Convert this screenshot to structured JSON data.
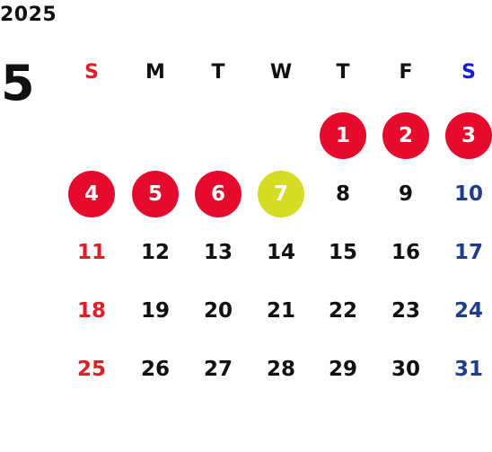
{
  "calendar": {
    "year": "2025",
    "month": "5",
    "colors": {
      "text": "#111111",
      "sunday": "#dd1f26",
      "saturday_heading": "#1a1ad6",
      "saturday": "#1f3c8f",
      "holiday_bg": "#e60b2c",
      "holiday_text": "#ffffff",
      "highlight_bg": "#d6dc24",
      "highlight_text": "#ffffff"
    },
    "weekdays": [
      {
        "label": "S",
        "type": "sun"
      },
      {
        "label": "M",
        "type": "weekday"
      },
      {
        "label": "T",
        "type": "weekday"
      },
      {
        "label": "W",
        "type": "weekday"
      },
      {
        "label": "T",
        "type": "weekday"
      },
      {
        "label": "F",
        "type": "weekday"
      },
      {
        "label": "S",
        "type": "sat"
      }
    ],
    "first_weekday": 4,
    "days": [
      {
        "label": "1",
        "style": "holiday"
      },
      {
        "label": "2",
        "style": "holiday"
      },
      {
        "label": "3",
        "style": "holiday"
      },
      {
        "label": "4",
        "style": "holiday"
      },
      {
        "label": "5",
        "style": "holiday"
      },
      {
        "label": "6",
        "style": "holiday"
      },
      {
        "label": "7",
        "style": "highlight"
      },
      {
        "label": "8",
        "style": "weekday"
      },
      {
        "label": "9",
        "style": "weekday"
      },
      {
        "label": "10",
        "style": "sat"
      },
      {
        "label": "11",
        "style": "sun"
      },
      {
        "label": "12",
        "style": "weekday"
      },
      {
        "label": "13",
        "style": "weekday"
      },
      {
        "label": "14",
        "style": "weekday"
      },
      {
        "label": "15",
        "style": "weekday"
      },
      {
        "label": "16",
        "style": "weekday"
      },
      {
        "label": "17",
        "style": "sat"
      },
      {
        "label": "18",
        "style": "sun"
      },
      {
        "label": "19",
        "style": "weekday"
      },
      {
        "label": "20",
        "style": "weekday"
      },
      {
        "label": "21",
        "style": "weekday"
      },
      {
        "label": "22",
        "style": "weekday"
      },
      {
        "label": "23",
        "style": "weekday"
      },
      {
        "label": "24",
        "style": "sat"
      },
      {
        "label": "25",
        "style": "sun"
      },
      {
        "label": "26",
        "style": "weekday"
      },
      {
        "label": "27",
        "style": "weekday"
      },
      {
        "label": "28",
        "style": "weekday"
      },
      {
        "label": "29",
        "style": "weekday"
      },
      {
        "label": "30",
        "style": "weekday"
      },
      {
        "label": "31",
        "style": "sat"
      }
    ]
  }
}
